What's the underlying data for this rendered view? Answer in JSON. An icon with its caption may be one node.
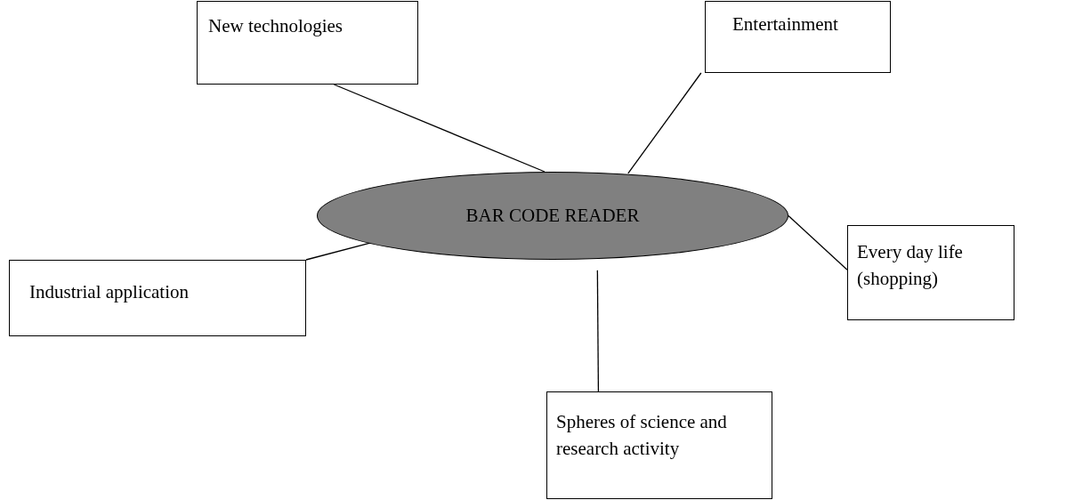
{
  "diagram": {
    "nodes": [
      {
        "text": [
          "New technologies"
        ]
      },
      {
        "text": [
          "Entertainment"
        ]
      },
      {
        "text": [
          "BAR CODE READER"
        ]
      },
      {
        "text": [
          "Every day life (shopping)"
        ]
      },
      {
        "text": [
          "Industrial application"
        ]
      },
      {
        "text": [
          "Spheres of science and research activity"
        ]
      }
    ],
    "edges": [
      {
        "from": 2,
        "to": 0,
        "arrow": "none"
      },
      {
        "from": 2,
        "to": 1,
        "arrow": "none"
      },
      {
        "from": 2,
        "to": 3,
        "arrow": "none"
      },
      {
        "from": 2,
        "to": 4,
        "arrow": "none"
      },
      {
        "from": 2,
        "to": 5,
        "arrow": "none"
      }
    ]
  }
}
